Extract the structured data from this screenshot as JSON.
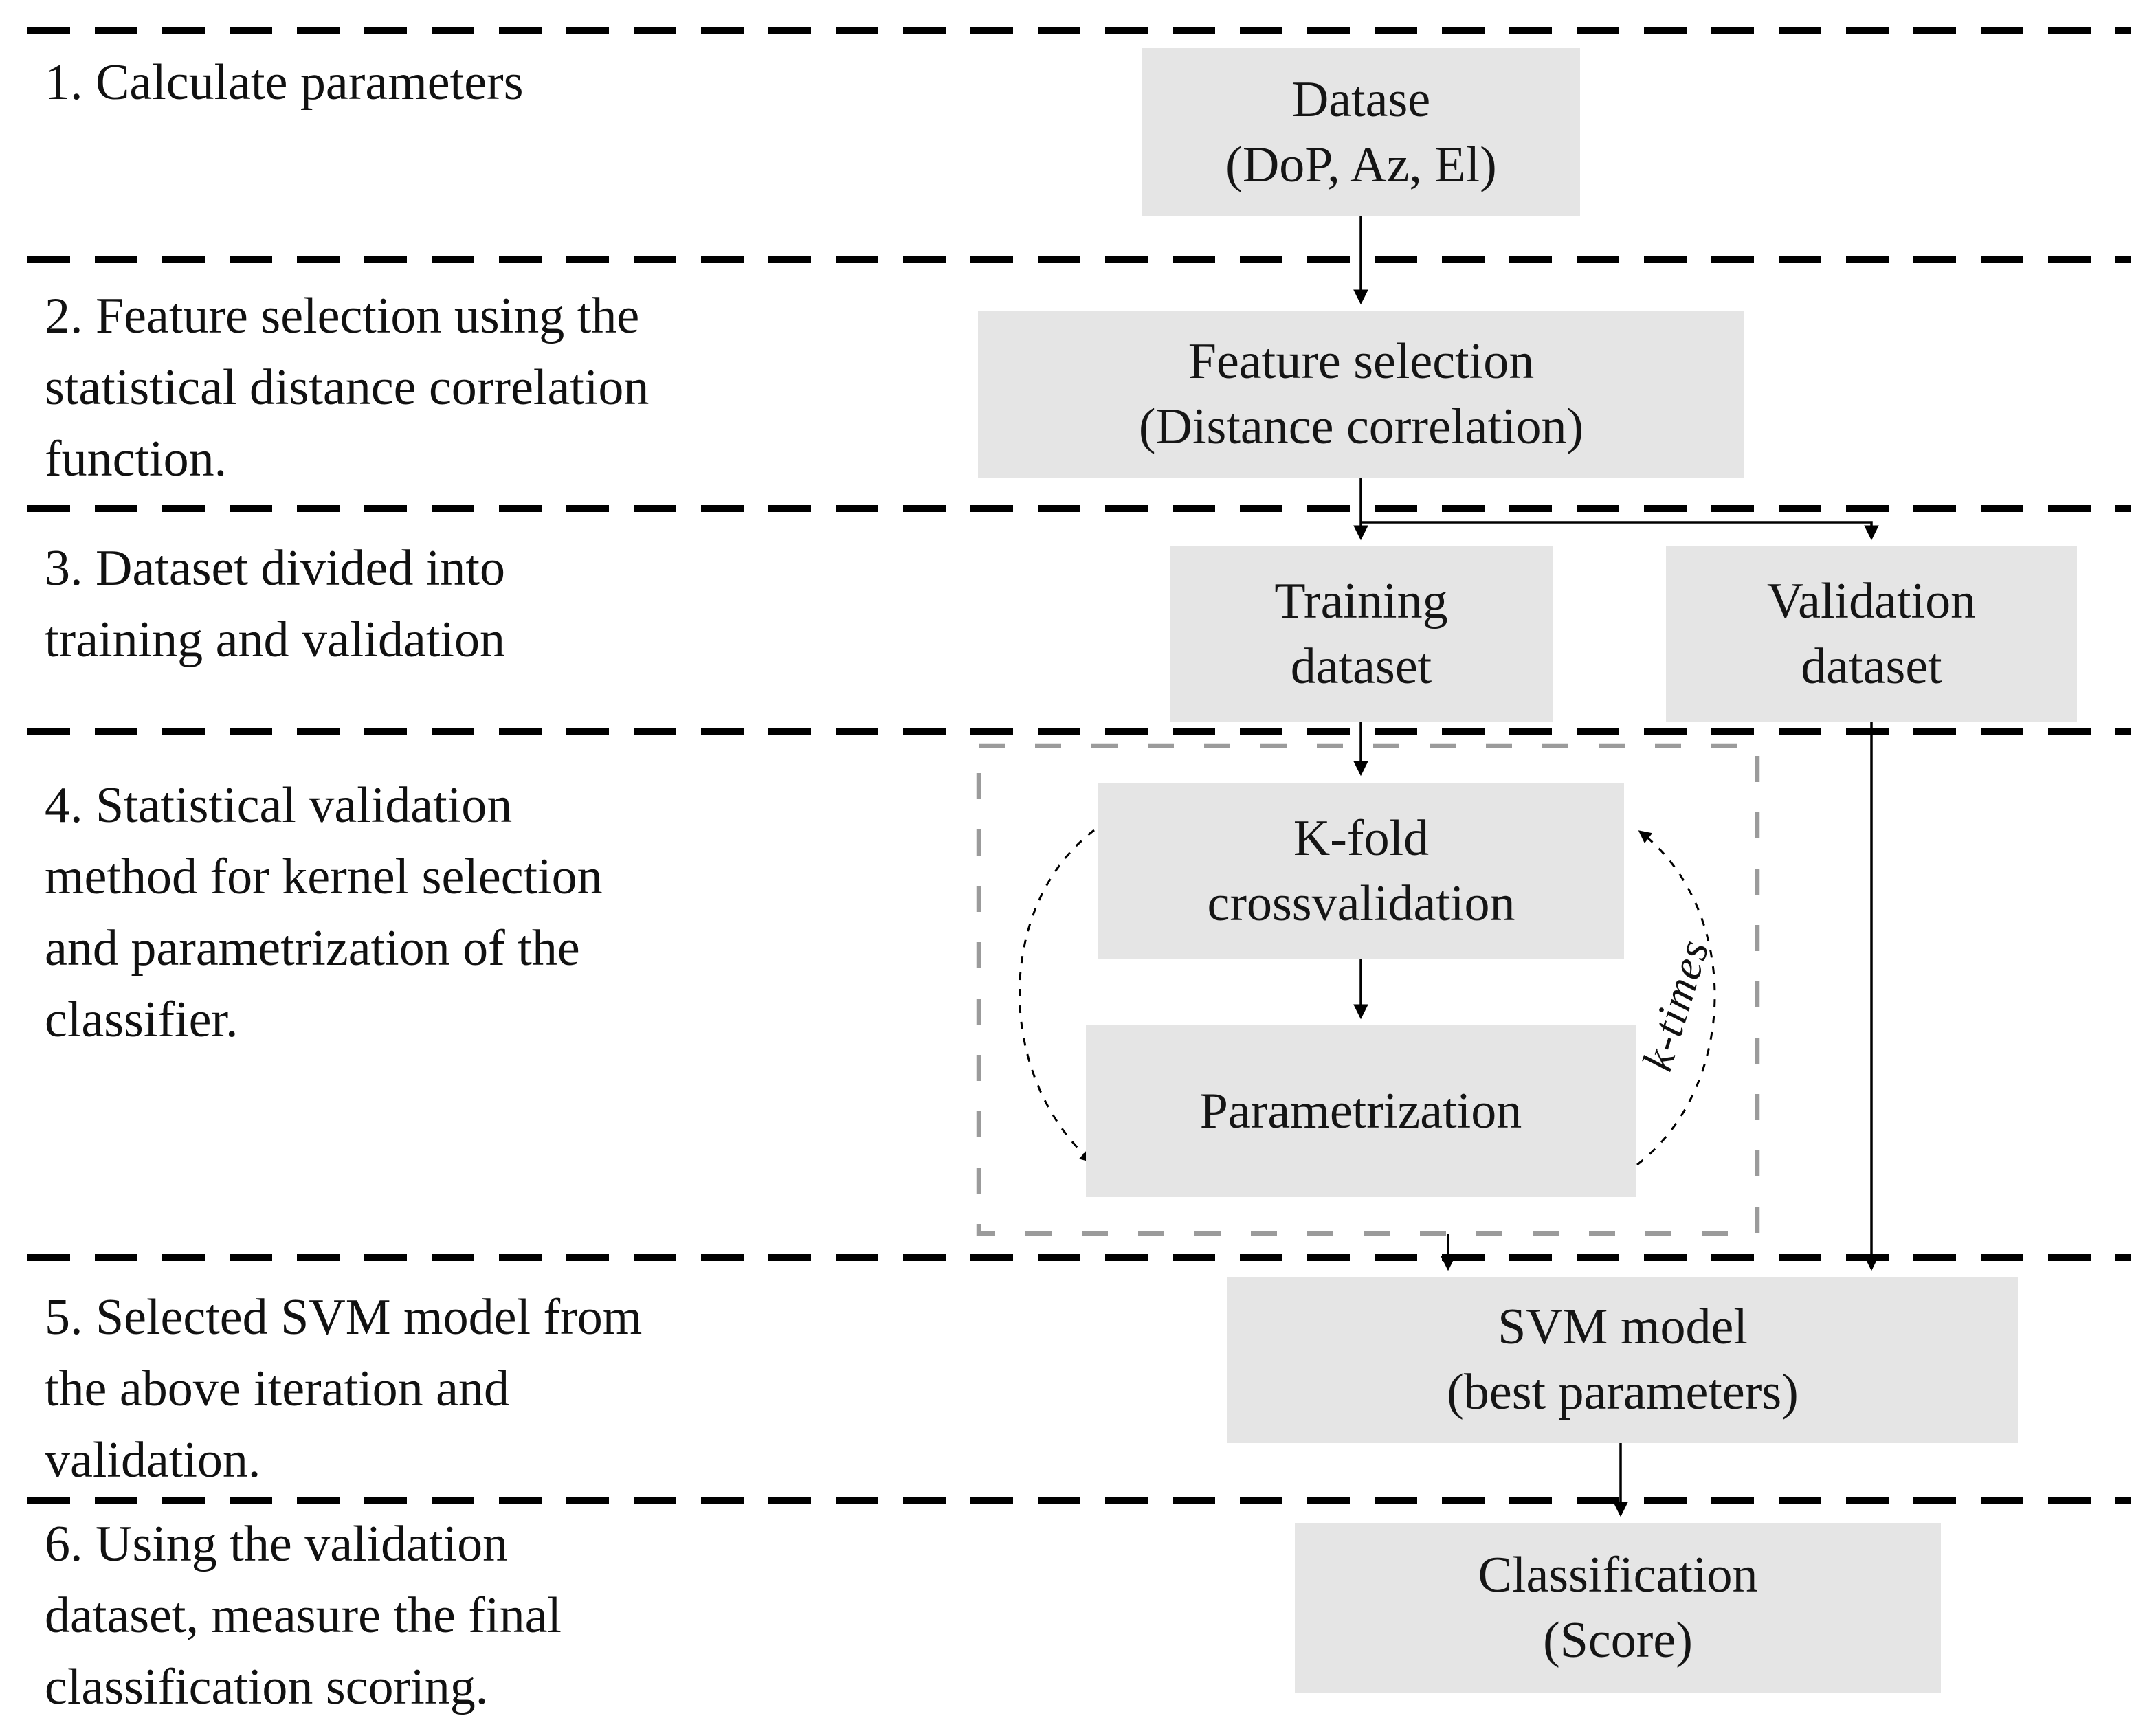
{
  "figure": {
    "steps": [
      {
        "lines": [
          "1. Calculate parameters"
        ]
      },
      {
        "lines": [
          "2. Feature selection using the",
          "statistical distance correlation",
          "function."
        ]
      },
      {
        "lines": [
          "3. Dataset divided into",
          "training and validation"
        ]
      },
      {
        "lines": [
          "4. Statistical validation",
          "method for kernel selection",
          "and parametrization of the",
          "classifier."
        ]
      },
      {
        "lines": [
          "5. Selected SVM model from",
          "the above iteration and",
          "validation."
        ]
      },
      {
        "lines": [
          "6. Using the validation",
          "dataset, measure the final",
          "classification scoring."
        ]
      }
    ],
    "boxes": {
      "dataset": {
        "lines": [
          "Datase",
          "(DoP, Az, El)"
        ]
      },
      "feature_selection": {
        "lines": [
          "Feature selection",
          "(Distance correlation)"
        ]
      },
      "training": {
        "lines": [
          "Training",
          "dataset"
        ]
      },
      "validation": {
        "lines": [
          "Validation",
          "dataset"
        ]
      },
      "kfold": {
        "lines": [
          "K-fold",
          "crossvalidation"
        ]
      },
      "parametrization": {
        "lines": [
          "Parametrization"
        ]
      },
      "svm_model": {
        "lines": [
          "SVM model",
          "(best parameters)"
        ]
      },
      "classification": {
        "lines": [
          "Classification",
          "(Score)"
        ]
      }
    },
    "loop_label": "k-times",
    "colors": {
      "background": "#ffffff",
      "box_fill": "#e5e5e5",
      "text": "#111111",
      "separator": "#000000",
      "loop_border": "#9b9b9b"
    }
  }
}
